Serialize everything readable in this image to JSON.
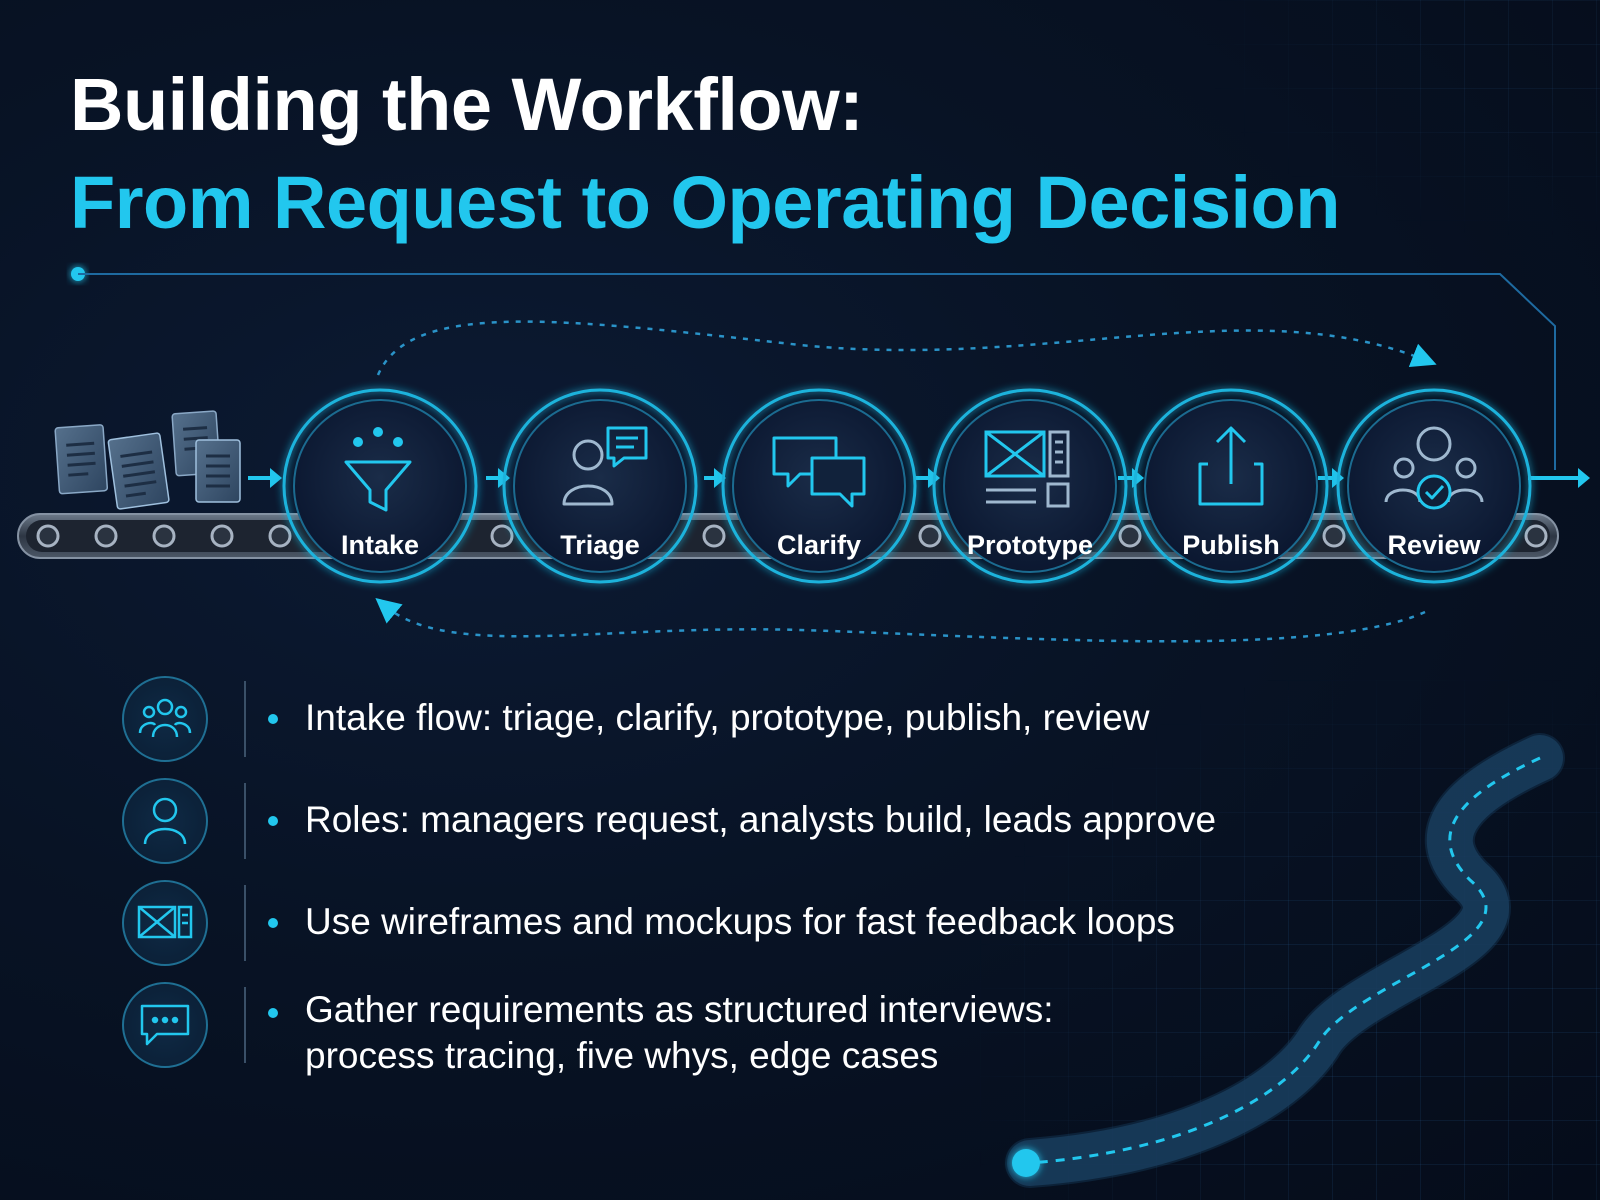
{
  "header": {
    "title_line1": "Building the Workflow:",
    "title_line2": "From Request to Operating Decision"
  },
  "colors": {
    "accent": "#22c7ee",
    "background": "#081325",
    "title_white": "#ffffff",
    "ring": "#1fb3dc"
  },
  "pipeline": {
    "stages": [
      {
        "label": "Intake",
        "icon": "funnel-icon"
      },
      {
        "label": "Triage",
        "icon": "person-chat-icon"
      },
      {
        "label": "Clarify",
        "icon": "speech-bubbles-icon"
      },
      {
        "label": "Prototype",
        "icon": "wireframe-icon"
      },
      {
        "label": "Publish",
        "icon": "upload-icon"
      },
      {
        "label": "Review",
        "icon": "team-check-icon"
      }
    ],
    "input_icon": "documents-icon"
  },
  "bullets": [
    {
      "icon": "group-icon",
      "text": "Intake flow: triage, clarify, prototype, publish, review"
    },
    {
      "icon": "person-icon",
      "text": "Roles: managers request, analysts build, leads approve"
    },
    {
      "icon": "wireframe-icon",
      "text": "Use wireframes and mockups for fast feedback loops"
    },
    {
      "icon": "chat-icon",
      "text_line1": "Gather requirements as structured interviews:",
      "text_line2": "process tracing, five whys, edge cases"
    }
  ]
}
